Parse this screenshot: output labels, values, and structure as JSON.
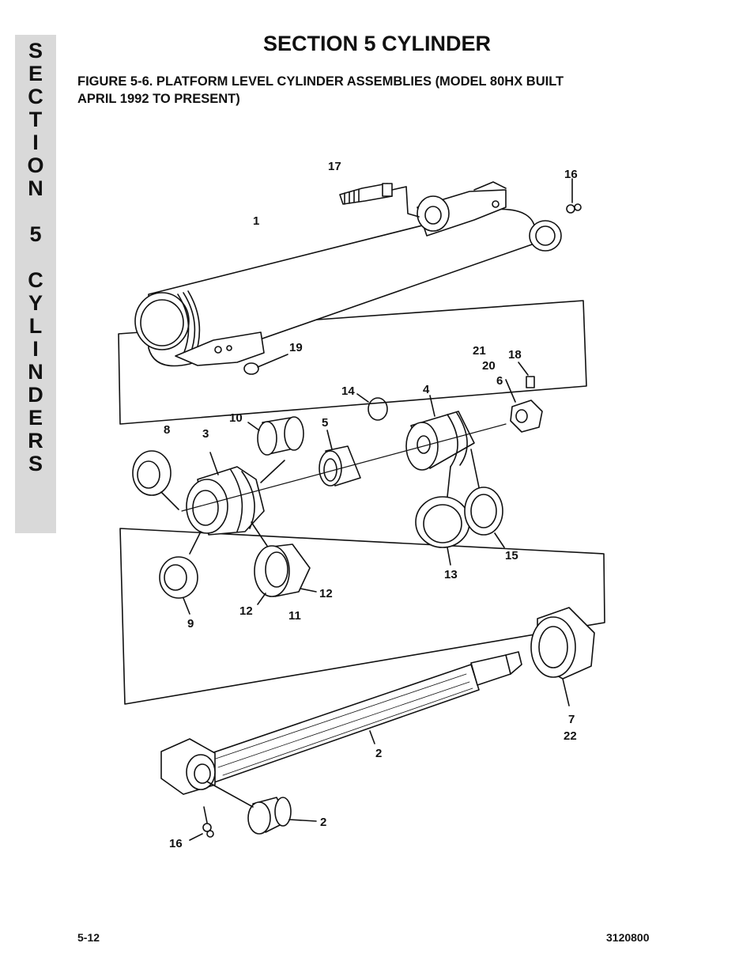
{
  "side_tab": {
    "letters": [
      "S",
      "E",
      "C",
      "T",
      "I",
      "O",
      "N",
      "",
      "5",
      "",
      "C",
      "Y",
      "L",
      "I",
      "N",
      "D",
      "E",
      "R",
      "S"
    ]
  },
  "header": {
    "title": "SECTION 5  CYLINDER"
  },
  "figure": {
    "caption_line1": "FIGURE 5-6.    PLATFORM LEVEL CYLINDER ASSEMBLIES (MODEL 80HX BUILT",
    "caption_line2": "APRIL 1992 TO PRESENT)",
    "callouts": {
      "c17": "17",
      "c16_top": "16",
      "c1": "1",
      "c19": "19",
      "c21": "21",
      "c20": "20",
      "c18": "18",
      "c6": "6",
      "c14": "14",
      "c4": "4",
      "c10": "10",
      "c5": "5",
      "c8": "8",
      "c3": "3",
      "c15": "15",
      "c13": "13",
      "c9": "9",
      "c12_left": "12",
      "c11": "11",
      "c12_right": "12",
      "c7": "7",
      "c22": "22",
      "c2_rod": "2",
      "c2_bush": "2",
      "c16_bottom": "16"
    }
  },
  "footer": {
    "page_number": "5-12",
    "doc_number": "3120800"
  }
}
